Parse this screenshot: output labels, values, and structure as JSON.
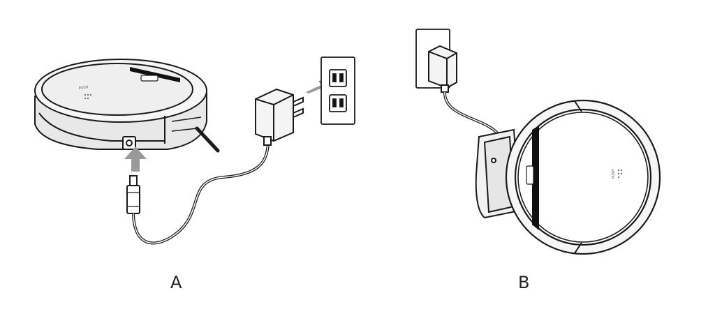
{
  "panels": {
    "a": {
      "label": "A",
      "robot_logo": "PUSH"
    },
    "b": {
      "label": "B",
      "robot_logo": "PUSH"
    }
  },
  "colors": {
    "line": "#1a1a1a",
    "shell": "#f2f2f2",
    "shell_shade": "#e4e4e4",
    "arrow": "#9a9a9a",
    "bumper_band": "#111111"
  },
  "icons": [
    "robot-vacuum-icon",
    "power-adapter-icon",
    "wall-outlet-icon",
    "charging-dock-icon",
    "arrow-icon"
  ]
}
